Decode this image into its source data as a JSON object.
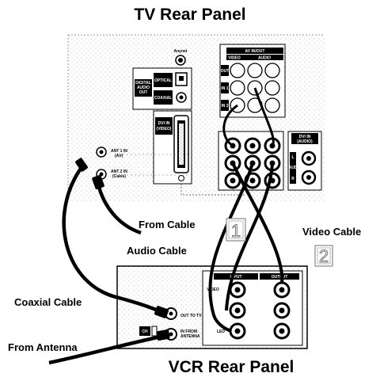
{
  "titles": {
    "tv_panel": "TV Rear Panel",
    "vcr_panel": "VCR Rear Panel"
  },
  "callouts": {
    "from_cable": "From Cable",
    "audio_cable": "Audio Cable",
    "video_cable": "Video Cable",
    "coaxial_cable": "Coaxial Cable",
    "from_antenna": "From Antenna"
  },
  "steps": [
    "1",
    "2"
  ],
  "tv_labels": {
    "anynet": "Anynet",
    "av_in_out": "AV IN/OUT",
    "video": "VIDEO",
    "audio": "AUDIO",
    "digital_audio_out": [
      "DIGITAL",
      "AUDIO",
      "OUT"
    ],
    "optical": "OPTICAL",
    "coaxial": "COAXIAL",
    "dvi_in": [
      "DVI IN",
      "(VIDEO)"
    ],
    "dvi_in_audio": [
      "DVI IN",
      "(AUDIO)"
    ],
    "out": "OUT",
    "in1": "IN 1",
    "in2": "IN 2",
    "ant1_in": [
      "ANT 1 IN",
      "(Air)"
    ],
    "ant2_in": [
      "ANT 2 IN",
      "(Cable)"
    ],
    "l_r": [
      "L",
      "AUD",
      "R"
    ]
  },
  "vcr_labels": {
    "input": "INPUT",
    "output": "OUTPUT",
    "video": "VIDEO",
    "out_to_tv": "OUT TO TV",
    "in_from_antenna": [
      "IN FROM",
      "ANTENNA"
    ],
    "ch": "CH",
    "led": "LED"
  }
}
